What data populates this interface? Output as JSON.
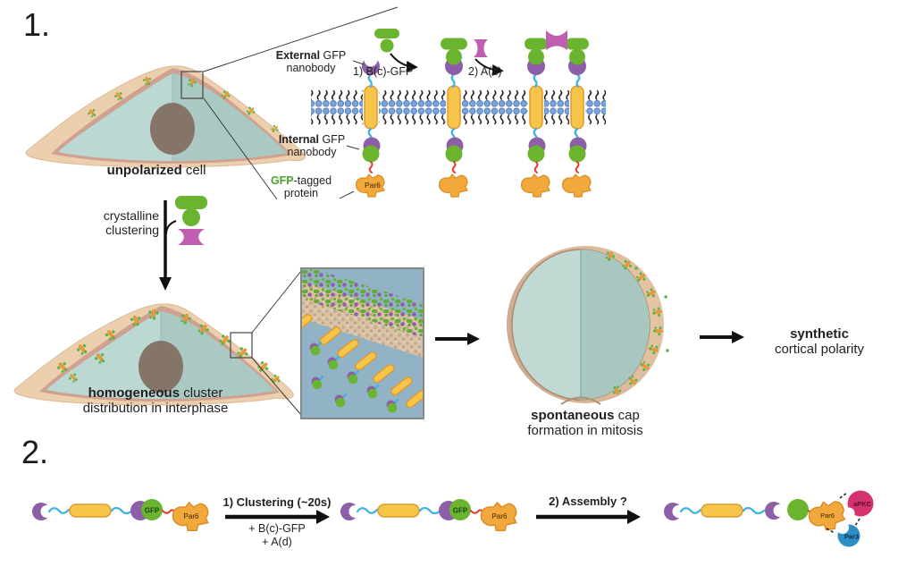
{
  "palette": {
    "green": "#6ab42f",
    "purple": "#8c5fa8",
    "magenta": "#c05fb0",
    "rod_yellow": "#f8c54b",
    "rod_border": "#e09b30",
    "linker_cyan": "#3fb3e5",
    "linker_red": "#e8392f",
    "par6_orange": "#f2a83b",
    "apkc_pink": "#d5336f",
    "par3_blue": "#2e8fc4",
    "membrane_head_blue": "#7da3dc",
    "cell_tan": "#ecd0ae",
    "cell_rim_pink": "#cfa191",
    "cell_face_teal": "#bcd8d2",
    "nucleus_gray": "#857468"
  },
  "panel1": {
    "number": "1.",
    "membrane": {
      "external_bold": "External",
      "external_rest": " GFP",
      "external_line2": "nanobody",
      "step1": "1) B(c)-GFP",
      "step2": "2) A(d)",
      "internal_bold": "Internal",
      "internal_rest": " GFP",
      "internal_line2": "nanobody",
      "tag_green": "GFP",
      "tag_rest": "-tagged",
      "tag_line2": "protein",
      "par6": "Par6"
    },
    "cap_unpolarized_bold": "unpolarized",
    "cap_unpolarized_rest": " cell",
    "process_line1": "crystalline",
    "process_line2": "clustering",
    "cap_interphase_bold": "homogeneous",
    "cap_interphase_rest": " cluster",
    "cap_interphase_line2": "distribution in interphase",
    "cap_mitosis_bold": "spontaneous",
    "cap_mitosis_rest": " cap",
    "cap_mitosis_line2": "formation in mitosis",
    "outcome_bold": "synthetic",
    "outcome_line2": "cortical polarity"
  },
  "panel2": {
    "number": "2.",
    "gfp": "GFP",
    "par6": "Par6",
    "step1_title": "1) Clustering (~20s)",
    "step1_sub1": "+ B(c)-GFP",
    "step1_sub2": "+ A(d)",
    "step2_title": "2) Assembly ?",
    "complex_par6": "Par6",
    "complex_apkc": "aPKC",
    "complex_par3": "Par3"
  }
}
